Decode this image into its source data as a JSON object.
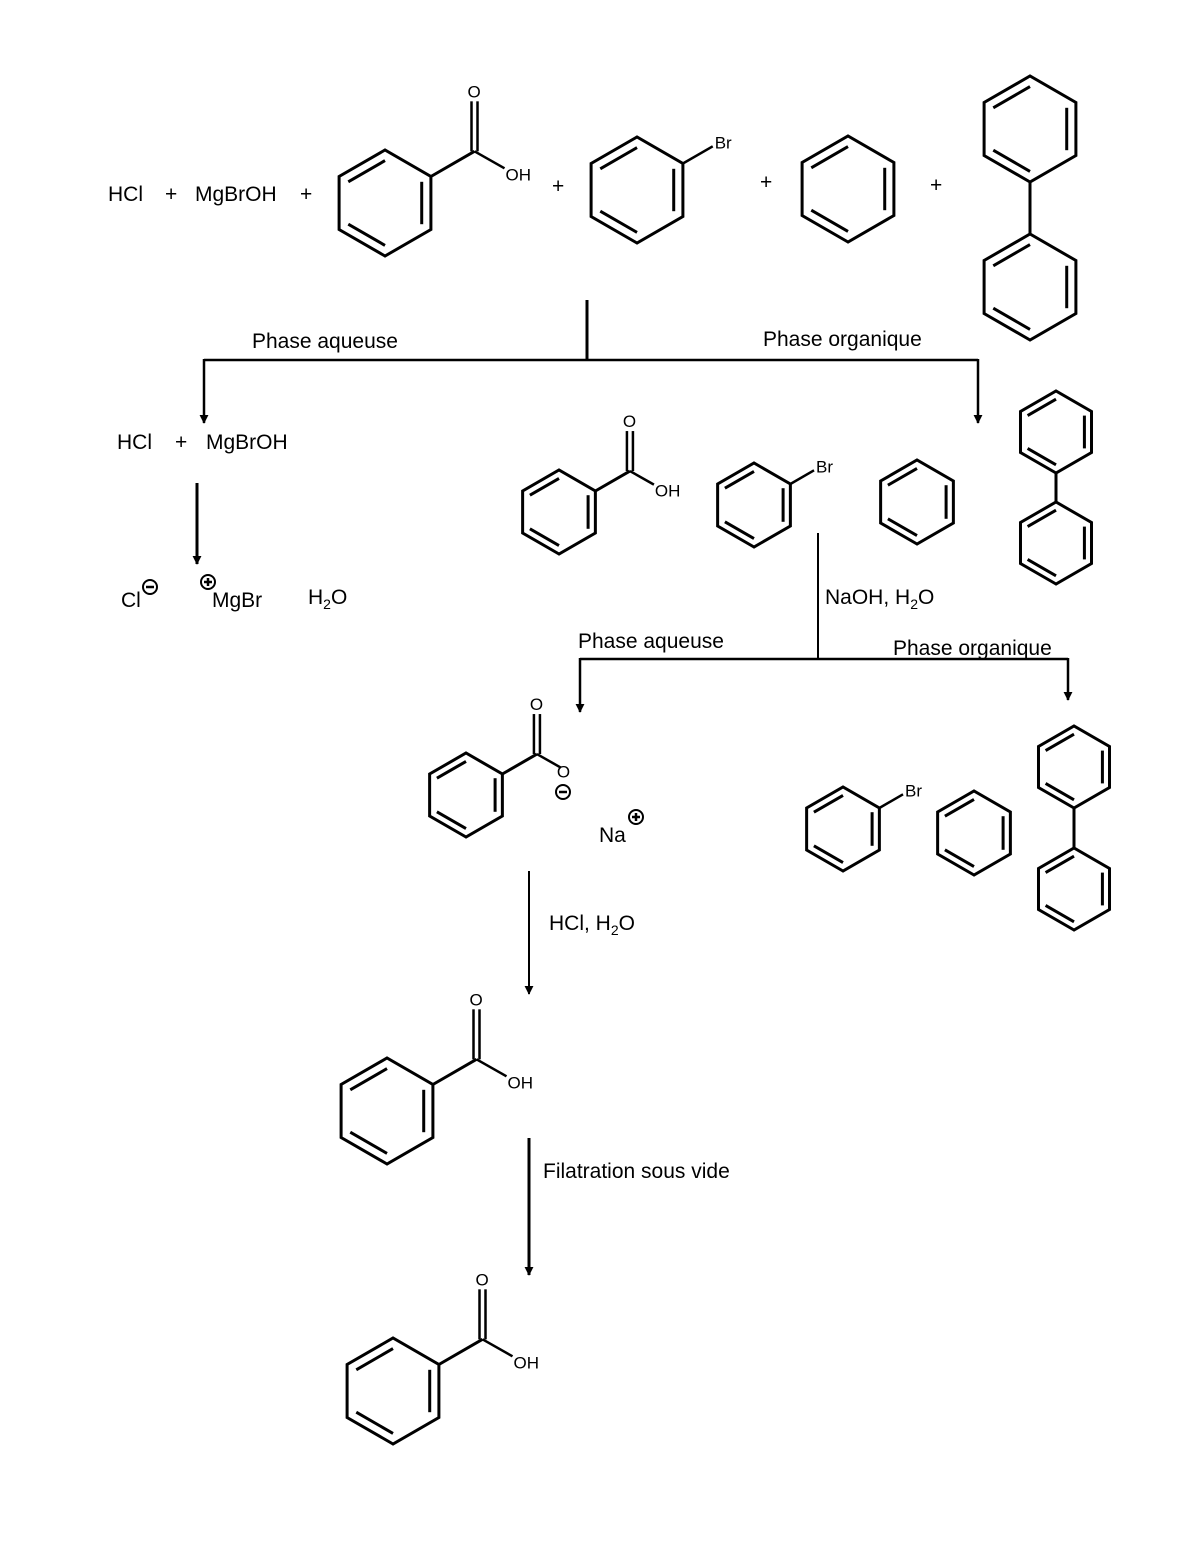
{
  "reagents": {
    "hcl": "HCl",
    "mgbroh": "MgBrOH",
    "plus": "+"
  },
  "atoms": {
    "oxygen": "O",
    "hydroxyl": "OH",
    "bromine": "Br",
    "sodium": "Na"
  },
  "branch1": {
    "aqueous_label": "Phase aqueuse",
    "organic_label": "Phase organique"
  },
  "aqueous_products": {
    "chloride": "Cl",
    "magnesium": "MgBr",
    "water_h": "H",
    "water_sub": "2",
    "water_o": "O"
  },
  "step_naoh": {
    "prefix": "NaOH, H",
    "sub": "2",
    "suffix": "O"
  },
  "branch2": {
    "aqueous_label": "Phase aqueuse",
    "organic_label": "Phase organique"
  },
  "step_hcl": {
    "prefix": "HCl, H",
    "sub": "2",
    "suffix": "O"
  },
  "step_filtration": {
    "label": "Filatration sous vide"
  },
  "colors": {
    "ink": "#000000",
    "background": "#ffffff"
  }
}
